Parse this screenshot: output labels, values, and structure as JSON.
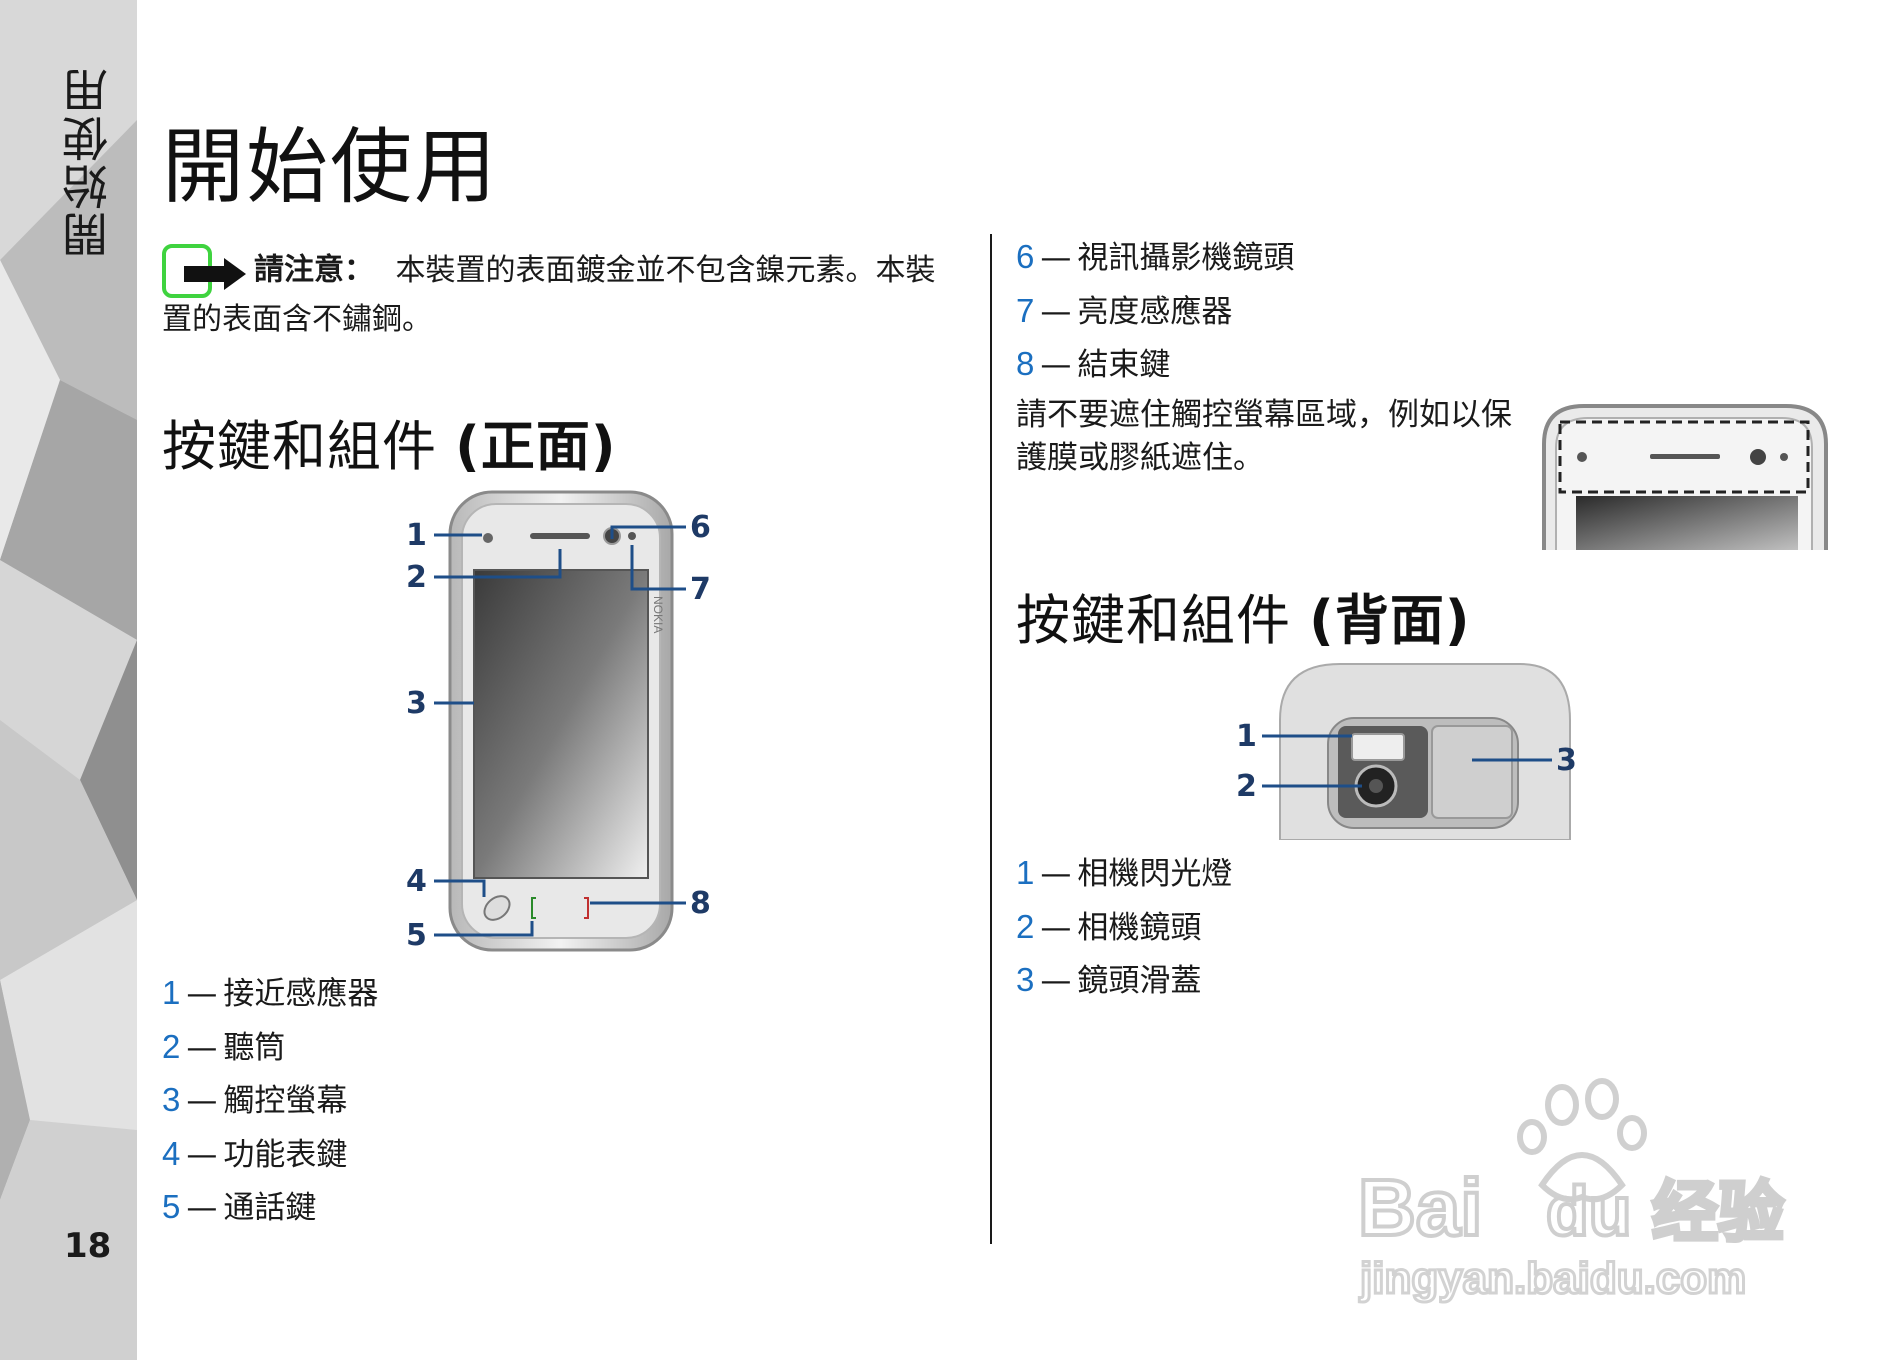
{
  "side_tab": "開始使用",
  "page_number": "18",
  "title": "開始使用",
  "note": {
    "label": "請注意：",
    "text": "本裝置的表面鍍金並不包含鎳元素。本裝置的表面含不鏽鋼。"
  },
  "front": {
    "heading": "按鍵和組件",
    "heading_paren": "(正面)",
    "callouts": [
      "1",
      "2",
      "3",
      "4",
      "5",
      "6",
      "7",
      "8"
    ],
    "items": [
      {
        "num": "1",
        "label": "接近感應器"
      },
      {
        "num": "2",
        "label": "聽筒"
      },
      {
        "num": "3",
        "label": "觸控螢幕"
      },
      {
        "num": "4",
        "label": "功能表鍵"
      },
      {
        "num": "5",
        "label": "通話鍵"
      },
      {
        "num": "6",
        "label": "視訊攝影機鏡頭"
      },
      {
        "num": "7",
        "label": "亮度感應器"
      },
      {
        "num": "8",
        "label": "結束鍵"
      }
    ],
    "screen_note": "請不要遮住觸控螢幕區域，例如以保護膜或膠紙遮住。"
  },
  "back": {
    "heading": "按鍵和組件",
    "heading_paren": "(背面)",
    "callouts": [
      "1",
      "2",
      "3"
    ],
    "items": [
      {
        "num": "1",
        "label": "相機閃光燈"
      },
      {
        "num": "2",
        "label": "相機鏡頭"
      },
      {
        "num": "3",
        "label": "鏡頭滑蓋"
      }
    ]
  },
  "phone_brand": "NOKIA",
  "watermark": {
    "brand": "Bai",
    "brand_suffix": "du",
    "cn": "经验",
    "url": "jingyan.baidu.com"
  },
  "colors": {
    "accent_blue": "#1b6fc0",
    "callout_navy": "#1e3a66",
    "note_green": "#3fd33f"
  }
}
